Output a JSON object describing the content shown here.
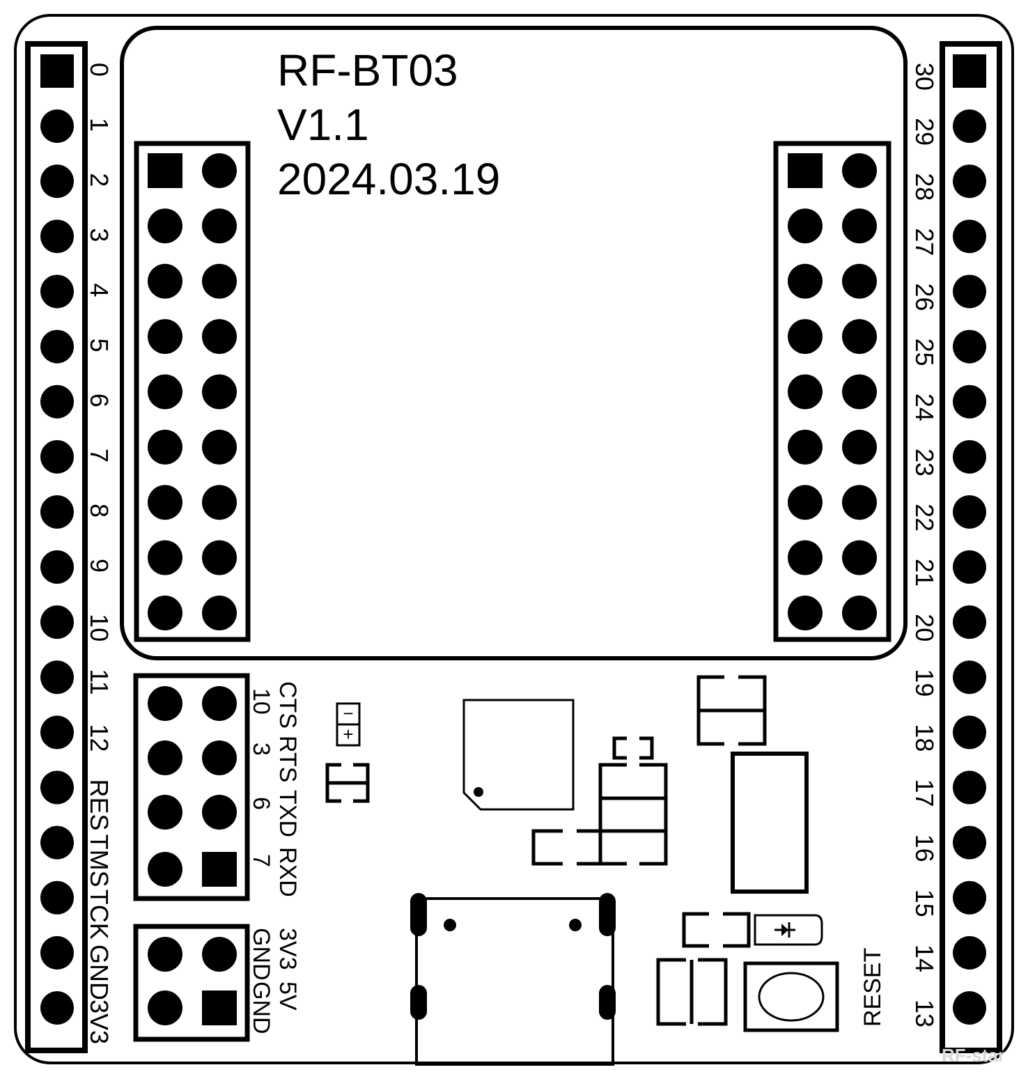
{
  "board": {
    "title": "RF-BT03",
    "version": "V1.1",
    "date": "2024.03.19"
  },
  "left_header_labels": [
    "0",
    "1",
    "2",
    "3",
    "4",
    "5",
    "6",
    "7",
    "8",
    "9",
    "10",
    "11",
    "12",
    "RES",
    "TMS",
    "TCK",
    "GND",
    "3V3"
  ],
  "right_header_labels": [
    "30",
    "29",
    "28",
    "27",
    "26",
    "25",
    "24",
    "23",
    "22",
    "21",
    "20",
    "19",
    "18",
    "17",
    "16",
    "15",
    "14",
    "13"
  ],
  "uart_header": {
    "col1_labels": [
      "CTS",
      "RTS",
      "TXD",
      "RXD"
    ],
    "col2_labels": [
      "10",
      "3",
      "6",
      "7"
    ]
  },
  "power_header": {
    "col1_labels": [
      "3V3",
      "5V"
    ],
    "col2_labels": [
      "GND",
      "GND"
    ]
  },
  "polarity": {
    "minus": "−",
    "plus": "+"
  },
  "reset_label": "RESET",
  "watermark": "RF-star"
}
